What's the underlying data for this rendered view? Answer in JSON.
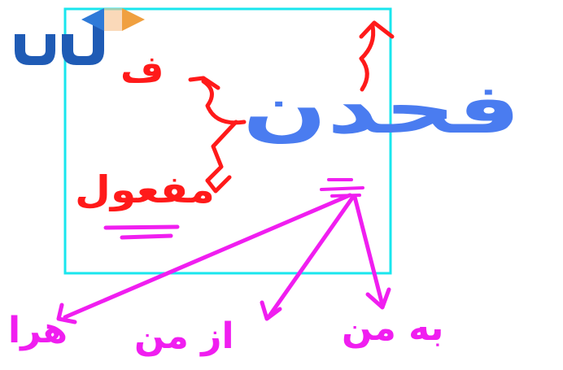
{
  "colors": {
    "frame": "#19e6ee",
    "blue_ink": "#4a7cf0",
    "red_ink": "#ff1a1a",
    "magenta_ink": "#f01ef0",
    "logo_blue": "#1f5bb5",
    "logo_orange": "#f0a040"
  },
  "logo": {
    "icon": "uu-logo-mark"
  },
  "words": {
    "main_word": "فحدن",
    "red_top": "ف",
    "red_object": "مفعول",
    "mag_1": "هرا",
    "mag_2": "از من",
    "mag_3": "به من"
  }
}
